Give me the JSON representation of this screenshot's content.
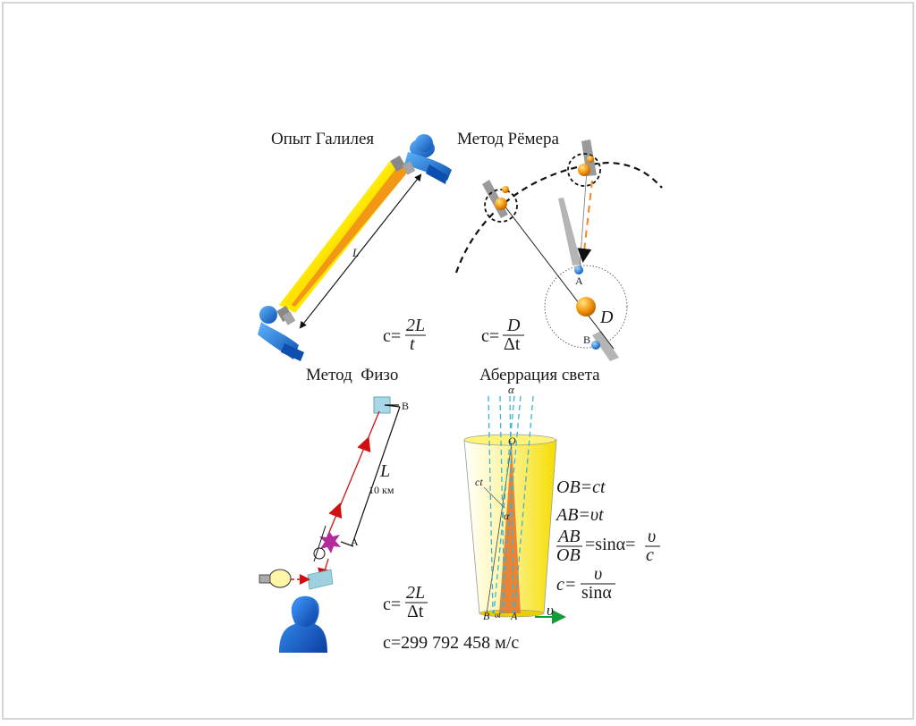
{
  "colors": {
    "figure_blue": "#1e6fd4",
    "beam_yellow": "#ffe800",
    "beam_orange": "#f08a1a",
    "cone_yellow": "#f7e400",
    "ray_blue": "#3bb3d6",
    "arrow_red": "#d01010",
    "arrow_green": "#169b3a",
    "planet_orange": "#f59a10",
    "moon_blue": "#1c7fd8"
  },
  "galileo": {
    "title": "Опыт Галилея",
    "distance_label": "L",
    "formula": {
      "prefix": "c=",
      "num": "2L",
      "den": "t"
    },
    "icons": [
      "person-icon",
      "lantern-icon"
    ]
  },
  "roemer": {
    "title": "Метод Рёмера",
    "point_a": "A",
    "point_b": "B",
    "diameter_label": "D",
    "formula": {
      "prefix": "c=",
      "num": "D",
      "den": "Δt"
    },
    "icons": [
      "jupiter-icon",
      "earth-icon",
      "io-icon",
      "sun-icon"
    ]
  },
  "fizeau": {
    "title": "Метод  Физо",
    "distance_label": "L",
    "distance_value": "10 км",
    "point_a": "A",
    "point_b": "B",
    "formula": {
      "prefix": "c=",
      "num": "2L",
      "den": "Δt"
    },
    "result": "c=299 792 458 м/с",
    "icons": [
      "head-icon",
      "lamp-icon",
      "gear-wheel-icon",
      "mirror-icon",
      "half-mirror-icon",
      "spark-icon"
    ]
  },
  "aberration": {
    "title": "Аберрация света",
    "alpha_top": "α",
    "alpha_mid": "α",
    "label_o": "O",
    "label_ct": "ct",
    "label_b": "B",
    "label_vt": "υt",
    "label_a": "A",
    "velocity": "υ",
    "eq1": "OB=ct",
    "eq2": "AB=υt",
    "eq3": {
      "num": "AB",
      "den": "OB",
      "mid": "=sinα=",
      "num2": "υ",
      "den2": "c"
    },
    "eq4": {
      "prefix": "c=",
      "num": "υ",
      "den": "sinα"
    },
    "icons": [
      "telescope-cone-icon",
      "velocity-arrow-icon"
    ]
  }
}
